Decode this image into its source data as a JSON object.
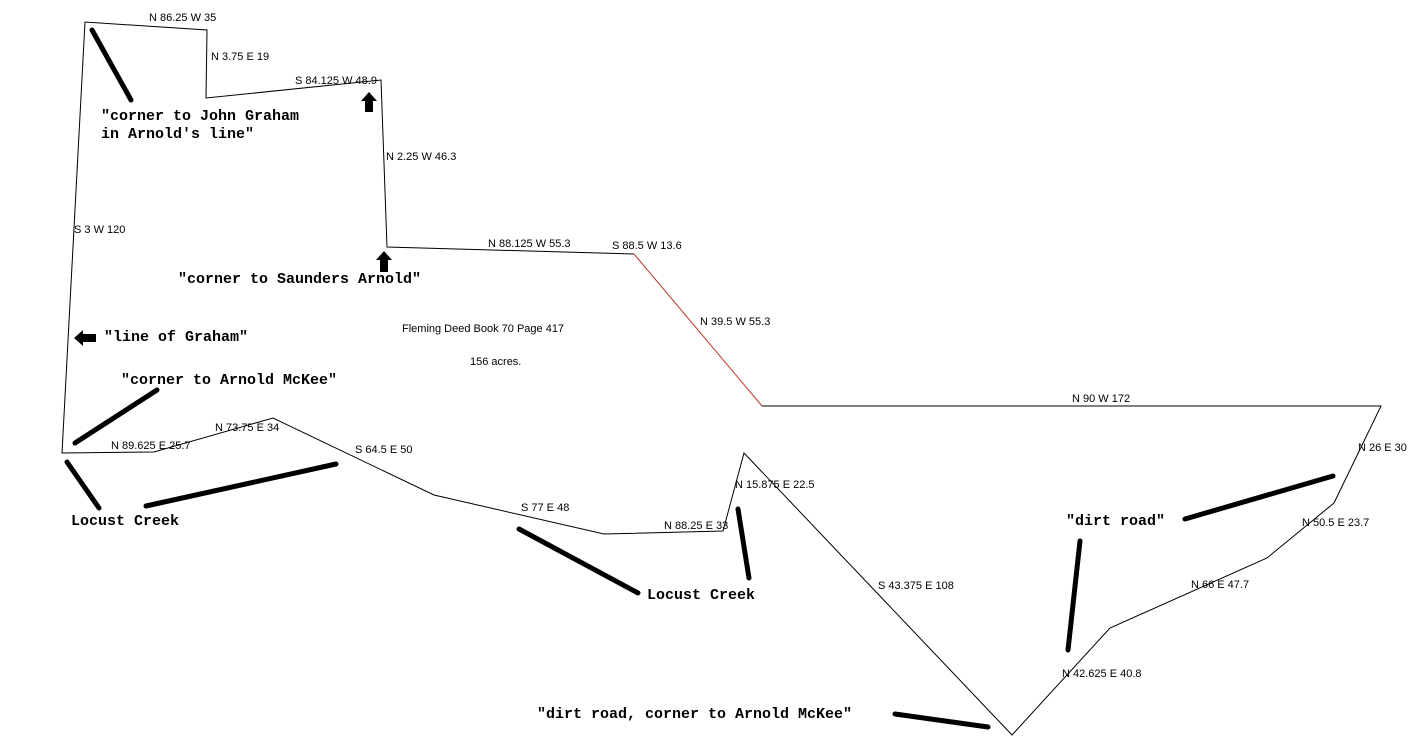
{
  "title": "Fleming Deed Book 70 Page 417",
  "acreage": "156 acres.",
  "boundary_color": "#000000",
  "highlight_color": "#c0392b",
  "calls": [
    "N 86.25 W 35",
    "N 3.75 E 19",
    "S 84.125 W 48.9",
    "N 2.25 W 46.3",
    "N 88.125 W 55.3",
    "S 88.5 W 13.6",
    "N 39.5 W 55.3",
    "N 90 W 172",
    "N 26 E 30",
    "N 50.5 E 23.7",
    "N 66 E 47.7",
    "N 42.625 E 40.8",
    "S 43.375 E 108",
    "N 15.875 E 22.5",
    "N 88.25 E 33",
    "S 77 E 48",
    "S 64.5 E 50",
    "N 73.75 E 34",
    "N 89.625 E 25.7",
    "S 3 W 120"
  ],
  "notes": {
    "john_graham_1": "\"corner to John Graham",
    "john_graham_2": "in Arnold's line\"",
    "saunders_arnold": "\"corner to Saunders Arnold\"",
    "line_of_graham": "\"line of Graham\"",
    "arnold_mckee": "\"corner to Arnold McKee\"",
    "locust_creek_1": "Locust Creek",
    "locust_creek_2": "Locust Creek",
    "dirt_road": "\"dirt road\"",
    "dirt_road_corner": "\"dirt road, corner to Arnold McKee\""
  },
  "icons": [
    "up-arrow-icon",
    "up-arrow-icon",
    "left-arrow-icon"
  ]
}
